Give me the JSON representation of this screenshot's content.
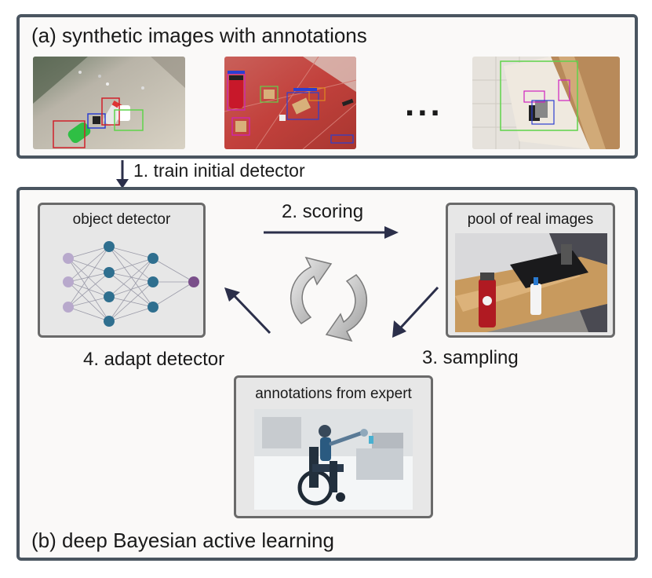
{
  "panel_a": {
    "title": "(a) synthetic images with annotations",
    "ellipsis": "..."
  },
  "step1": {
    "label": "1. train initial detector"
  },
  "panel_b": {
    "title": "(b) deep Bayesian active learning",
    "object_detector": {
      "title": "object detector"
    },
    "pool": {
      "title": "pool of real images"
    },
    "expert": {
      "title": "annotations from expert"
    }
  },
  "steps": {
    "scoring": "2. scoring",
    "sampling": "3. sampling",
    "adapt": "4. adapt detector"
  },
  "colors": {
    "panel_border": "#4a5560",
    "arrow": "#2b2f4a",
    "node_input": "#b8a9cc",
    "node_hidden": "#2f6f8f",
    "node_output": "#7a4f8a",
    "bbox_red": "#d0202a",
    "bbox_blue": "#2c3fd0",
    "bbox_green": "#5fd34a",
    "bbox_magenta": "#d020c0"
  }
}
